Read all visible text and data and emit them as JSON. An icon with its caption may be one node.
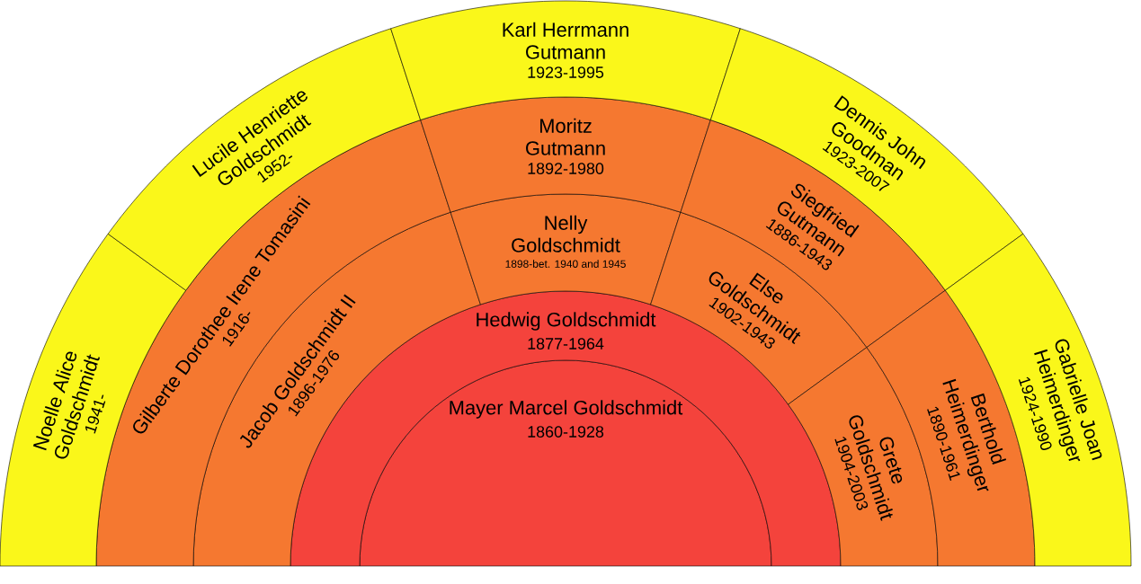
{
  "diagram": {
    "nodes": [
      {
        "text": [
          "Mayer Marcel Goldschmidt",
          "1860-1928"
        ]
      },
      {
        "text": [
          "Hedwig Goldschmidt",
          "1877-1964"
        ]
      },
      {
        "text": [
          "Jacob Goldschmidt II",
          "1896-1976"
        ]
      },
      {
        "text": [
          "Nelly Goldschmidt",
          "1898-bet. 1940 and 1945"
        ]
      },
      {
        "text": [
          "Else Goldschmidt",
          "1902-1943"
        ]
      },
      {
        "text": [
          "Grete Goldschmidt",
          "1904-2003"
        ]
      },
      {
        "text": [
          "Gilberte Dorothee Irene Tomasini",
          "1916-"
        ]
      },
      {
        "text": [
          "Moritz Gutmann",
          "1892-1980"
        ]
      },
      {
        "text": [
          "Siegfried Gutmann",
          "1886-1943"
        ]
      },
      {
        "text": [
          "Berthold Heimerdinger",
          "1890-1961"
        ]
      },
      {
        "text": [
          "Noelle Alice Goldschmidt",
          "1941-"
        ]
      },
      {
        "text": [
          "Lucile Henriette Goldschmidt",
          "1952-"
        ]
      },
      {
        "text": [
          "Karl Herrmann Gutmann",
          "1923-1995"
        ]
      },
      {
        "text": [
          "Dennis John Goodman",
          "1923-2007"
        ]
      },
      {
        "text": [
          "Gabrielle Joan Heimerdinger",
          "1924-1990"
        ]
      }
    ]
  }
}
